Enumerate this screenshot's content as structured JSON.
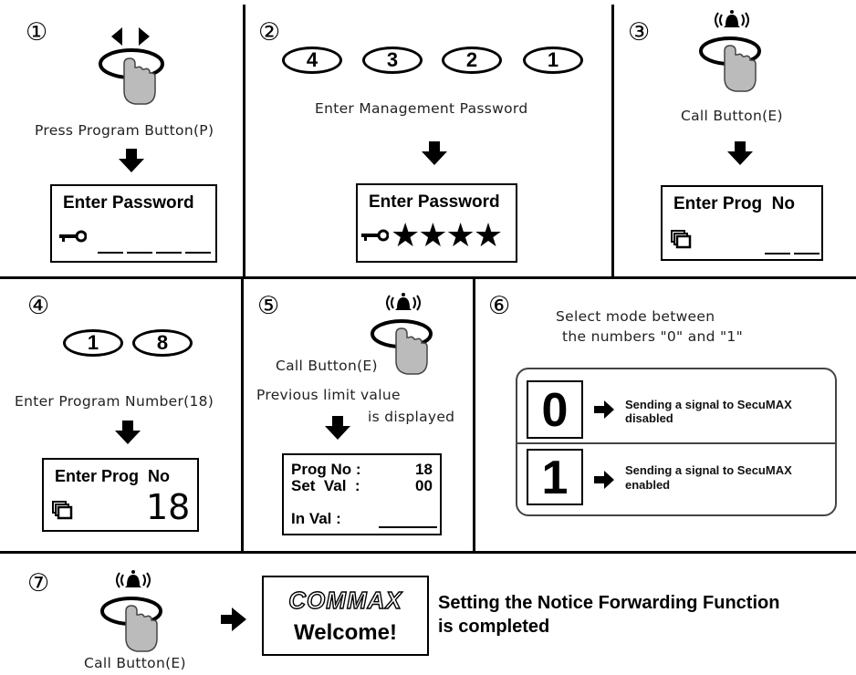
{
  "steps": [
    {
      "num": "①",
      "caption": "Press Program Button(P)",
      "lcd_title": "Enter Password"
    },
    {
      "num": "②",
      "digits": [
        "4",
        "3",
        "2",
        "1"
      ],
      "caption": "Enter Management Password",
      "lcd_title": "Enter Password",
      "masked": "★★★★"
    },
    {
      "num": "③",
      "caption": "Call Button(E)",
      "lcd_title": "Enter Prog  No"
    },
    {
      "num": "④",
      "digits": [
        "1",
        "8"
      ],
      "caption": "Enter Program Number(18)",
      "lcd_title": "Enter Prog  No",
      "value": "18"
    },
    {
      "num": "⑤",
      "caption": "Call Button(E)",
      "caption2_line1": "Previous limit value",
      "caption2_line2": "is displayed",
      "lcd_row1_label": "Prog No :",
      "lcd_row1_value": "18",
      "lcd_row2_label": "Set  Val  :",
      "lcd_row2_value": "00",
      "lcd_row3_label": "In Val :"
    },
    {
      "num": "⑥",
      "caption_line1": "Select mode between",
      "caption_line2": "the numbers \"0\" and \"1\"",
      "modes": [
        {
          "digit": "0",
          "line1": "Sending a signal to SecuMAX",
          "line2": "disabled"
        },
        {
          "digit": "1",
          "line1": "Sending a signal to SecuMAX",
          "line2": "enabled"
        }
      ]
    },
    {
      "num": "⑦",
      "caption": "Call Button(E)",
      "brand": "COMMAX",
      "welcome": "Welcome!",
      "result_line1": "Setting the Notice Forwarding Function",
      "result_line2": "is completed"
    }
  ]
}
